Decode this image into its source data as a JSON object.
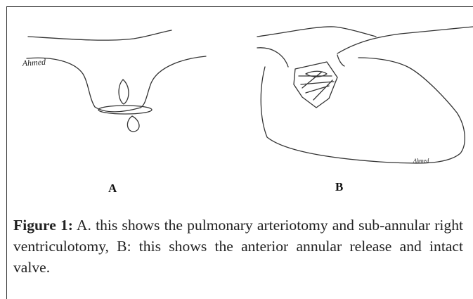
{
  "figure": {
    "panel_a_label": "A",
    "panel_b_label": "B",
    "signature_a": "Ahmed",
    "signature_b": "Ahmed",
    "caption_lead": "Figure 1:",
    "caption_text": " A. this shows the pulmonary arteriotomy and sub-annular right ventriculotomy, B: this shows the anterior annular release and intact valve."
  }
}
